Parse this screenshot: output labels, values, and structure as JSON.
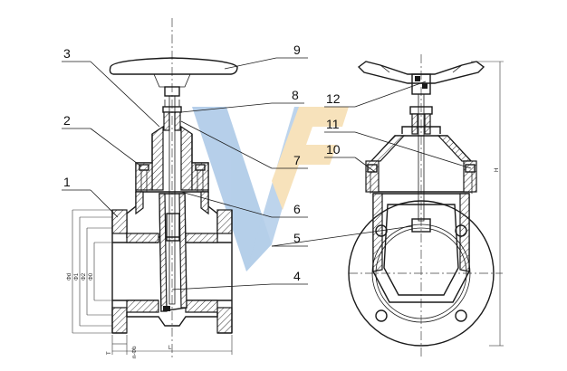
{
  "callouts": {
    "n1": "1",
    "n2": "2",
    "n3": "3",
    "n4": "4",
    "n5": "5",
    "n6": "6",
    "n7": "7",
    "n8": "8",
    "n9": "9",
    "n10": "10",
    "n11": "11",
    "n12": "12"
  },
  "dimensions": {
    "d": "Φd",
    "d1": "Φ1",
    "d2": "Φ2",
    "d0": "Φ0",
    "t": "T",
    "nphi": "n-Φb",
    "l": "L",
    "h": "H"
  },
  "colors": {
    "line": "#1a1a1a",
    "logo_blue": "#a9c7e6",
    "logo_orange": "#f6ddb0"
  },
  "icons": {
    "logo": "vf-logo-watermark"
  }
}
